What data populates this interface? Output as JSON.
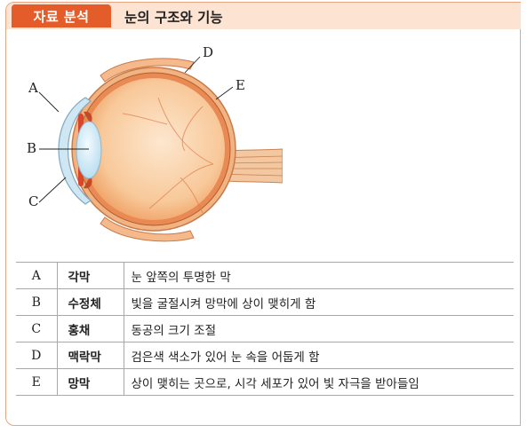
{
  "header": {
    "tag": "자료 분석",
    "title": "눈의 구조와 기능"
  },
  "diagram": {
    "labels": {
      "A": "A",
      "B": "B",
      "C": "C",
      "D": "D",
      "E": "E"
    }
  },
  "table": {
    "rows": [
      {
        "letter": "A",
        "term": "각막",
        "desc": "눈 앞쪽의 투명한 막"
      },
      {
        "letter": "B",
        "term": "수정체",
        "desc": "빛을 굴절시켜 망막에 상이 맺히게 함"
      },
      {
        "letter": "C",
        "term": "홍채",
        "desc": "동공의 크기 조절"
      },
      {
        "letter": "D",
        "term": "맥락막",
        "desc": "검은색 색소가 있어 눈 속을 어둡게 함"
      },
      {
        "letter": "E",
        "term": "망막",
        "desc": "상이 맺히는 곳으로, 시각 세포가 있어 빛 자극을 받아들임"
      }
    ]
  },
  "colors": {
    "accent": "#e45c2a",
    "header_band": "#fde3d2",
    "border": "#e9a57f"
  }
}
